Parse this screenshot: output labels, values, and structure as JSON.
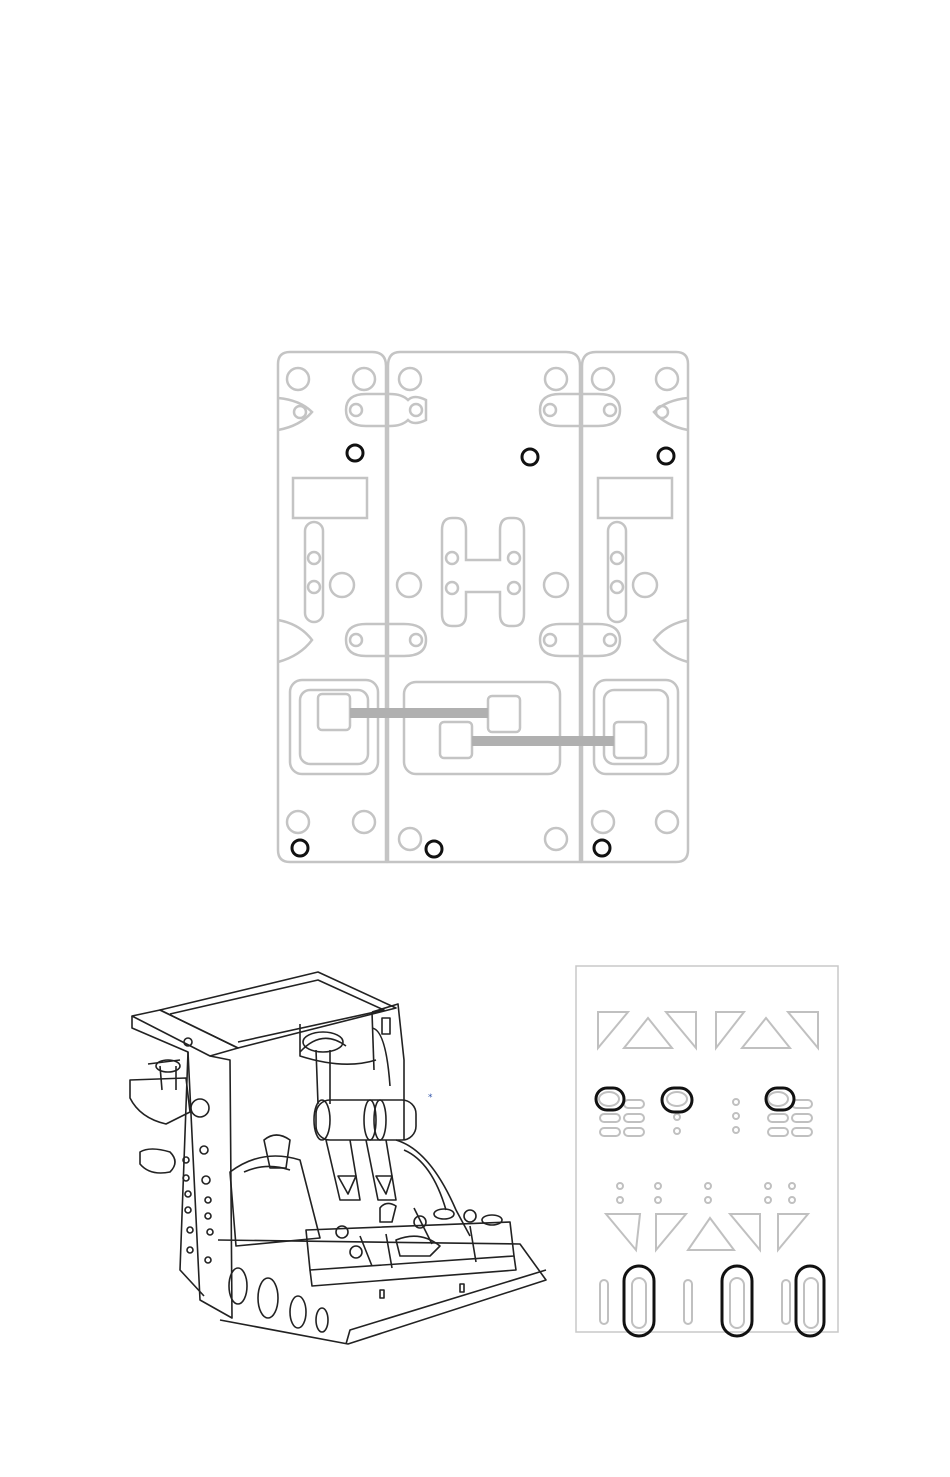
{
  "document": {
    "figures": [
      {
        "id": "top-view",
        "description_visible": false
      },
      {
        "id": "throttle-quadrant",
        "description_visible": false
      },
      {
        "id": "mounting-plate",
        "description_visible": false
      }
    ],
    "colors": {
      "outline_light": "#bdbdbd",
      "outline_dark": "#222222",
      "cable": "#b0b0b0",
      "marker": "#111111"
    }
  }
}
